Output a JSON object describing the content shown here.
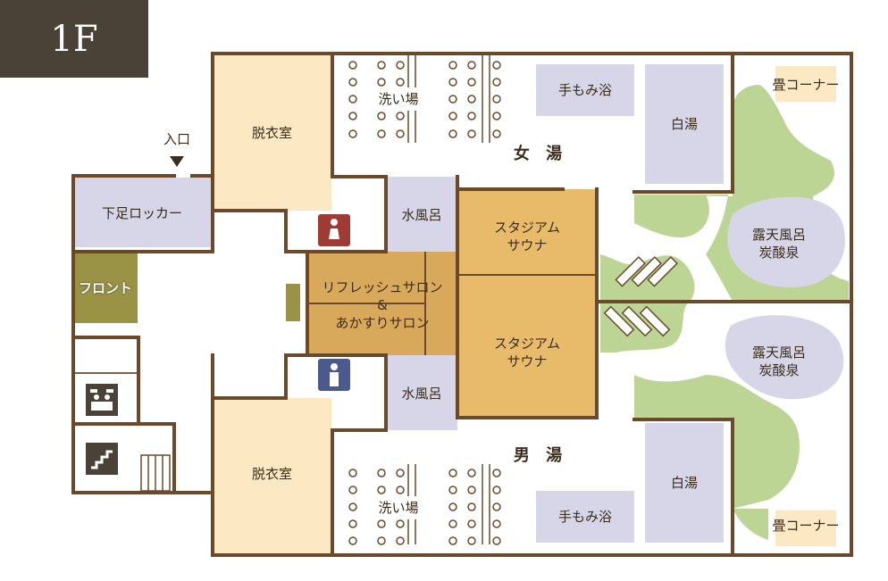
{
  "floor": "1F",
  "entrance": {
    "label": "入口"
  },
  "rooms": {
    "lockers": "下足ロッカー",
    "front": "フロント",
    "dressing_top": "脱衣室",
    "dressing_bottom": "脱衣室",
    "wash_top": "洗い場",
    "wash_bottom": "洗い場",
    "cold_top": "水風呂",
    "cold_bottom": "水風呂",
    "salon": [
      "リフレッシュサロン",
      "&",
      "あかすりサロン"
    ],
    "sauna_top": [
      "スタジアム",
      "サウナ"
    ],
    "sauna_bottom": [
      "スタジアム",
      "サウナ"
    ],
    "women_bath": "女 湯",
    "men_bath": "男 湯",
    "hand_bath_top": "手もみ浴",
    "hand_bath_bottom": "手もみ浴",
    "white_bath_top": "白湯",
    "white_bath_bottom": "白湯",
    "tatami_top": "畳コーナー",
    "tatami_bottom": "畳コーナー",
    "outdoor_top": [
      "露天風呂",
      "炭酸泉"
    ],
    "outdoor_bottom": [
      "露天風呂",
      "炭酸泉"
    ]
  },
  "colors": {
    "wall": "#6b4a2b",
    "dressing": "#fce8c3",
    "cold_and_baths": "#d6d6e8",
    "sauna": "#e8bb6a",
    "salon": "#d8a95a",
    "front": "#9a9244",
    "garden": "#bcd595",
    "tatami": "#fce8c3",
    "women_icon": "#9e3b35",
    "men_icon": "#4a5a8c"
  }
}
